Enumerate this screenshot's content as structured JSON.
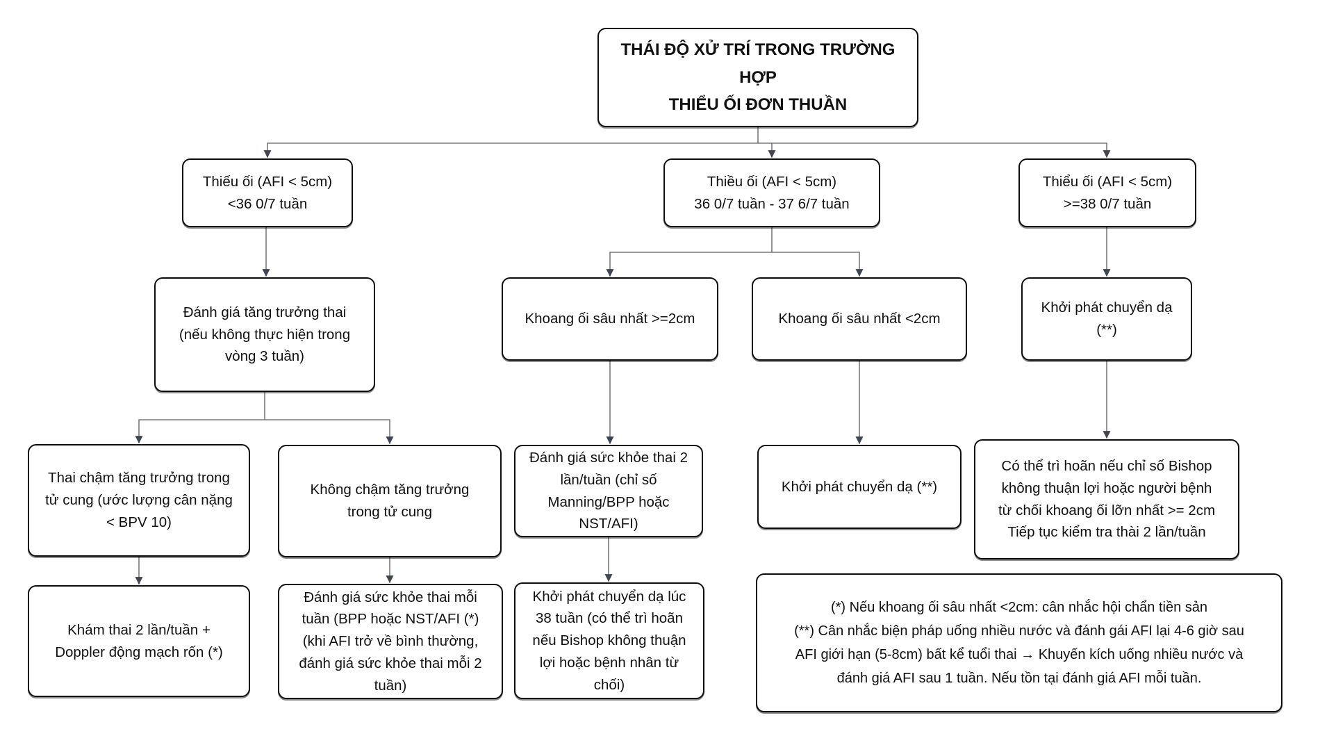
{
  "diagram": {
    "title": "THÁI ĐỘ XỬ TRÍ TRONG TRƯỜNG HỢP\nTHIỂU ỐI ĐƠN THUẦN",
    "nodes": {
      "afi_lt36": "Thiếu ối (AFI < 5cm)\n<36 0/7 tuần",
      "afi_36_37": "Thiều ối (AFI < 5cm)\n36 0/7 tuần - 37 6/7 tuần",
      "afi_ge38": "Thiểu ối (AFI < 5cm)\n>=38 0/7 tuần",
      "growth_assessment": "Đánh giá tăng trưởng thai\n(nếu không thực hiện trong\nvòng 3 tuần)",
      "pocket_ge2": "Khoang ối sâu nhất >=2cm",
      "pocket_lt2": "Khoang ối sâu nhất <2cm",
      "induction_2star": "Khởi phát chuyển dạ\n(**)",
      "iugr": "Thai chậm tăng trưởng trong\ntử cung (ước lượng cân nặng\n< BPV 10)",
      "no_iugr": "Không chậm tăng trưởng\ntrong tử cung",
      "fetal_health_2x": "Đánh giá sức khỏe thai 2\nlần/tuần (chỉ số\nManning/BPP hoặc\nNST/AFI)",
      "induction_2star_inline": "Khởi phát chuyển dạ (**)",
      "bishop_delay": "Có thể trì hoãn nếu chỉ số Bishop\nkhông thuận lợi hoặc người bệnh\ntừ chối khoang ối lỡn nhất >= 2cm\nTiếp tục kiểm tra thài 2 lần/tuần",
      "exam_doppler": "Khám thai 2 lần/tuần +\nDoppler động mạch rốn (*)",
      "fetal_health_weekly": "Đánh giá sức khỏe thai mỗi\ntuần (BPP hoặc NST/AFI (*)\n(khi AFI trở về bình thường,\nđánh giá sức khỏe thai mỗi 2\ntuần)",
      "induction_38w": "Khởi phát chuyển dạ lúc\n38 tuần (có thể trì hoãn\nnếu Bishop không thuận\nlợi hoặc bệnh nhân từ\nchối)"
    },
    "footnote": "(*) Nếu khoang ối sâu nhất <2cm: cân nhắc hội chẩn tiền sản\n(**) Cân nhắc biện pháp uống nhiều nước và đánh gái AFI lại 4-6 giờ sau\nAFI giới hạn (5-8cm) bất kể tuổi thai → Khuyến kích uống nhiều nước và\nđánh giá AFI sau 1 tuần. Nếu tồn tại đánh giá AFI mỗi tuần.",
    "colors": {
      "box_border": "#0d0d0d",
      "connector_line": "#7a7a7a",
      "arrowhead": "#3f4652",
      "background": "#ffffff"
    }
  }
}
